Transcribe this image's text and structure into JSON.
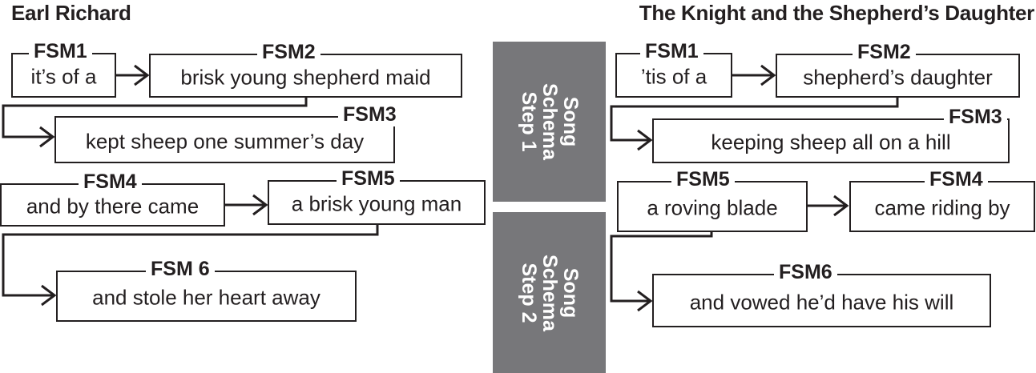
{
  "left": {
    "title": "Earl Richard",
    "fsm1": {
      "label": "FSM1",
      "text": "it’s of a"
    },
    "fsm2": {
      "label": "FSM2",
      "text": "brisk young shepherd maid"
    },
    "fsm3": {
      "label": "FSM3",
      "text": "kept sheep one summer’s day"
    },
    "fsm4": {
      "label": "FSM4",
      "text": "and by there came"
    },
    "fsm5": {
      "label": "FSM5",
      "text": "a brisk young man"
    },
    "fsm6": {
      "label": "FSM 6",
      "text": "and stole her heart away"
    }
  },
  "middle": {
    "step1": {
      "line1": "Song",
      "line2": "Schema",
      "line3": "Step 1"
    },
    "step2": {
      "line1": "Song",
      "line2": "Schema",
      "line3": "Step 2"
    },
    "color": "#77777a"
  },
  "right": {
    "title": "The Knight and the Shepherd’s Daughter",
    "fsm1": {
      "label": "FSM1",
      "text": "’tis of a"
    },
    "fsm2": {
      "label": "FSM2",
      "text": "shepherd’s daughter"
    },
    "fsm3": {
      "label": "FSM3",
      "text": "keeping sheep all on a hill"
    },
    "fsm5": {
      "label": "FSM5",
      "text": "a roving blade"
    },
    "fsm4": {
      "label": "FSM4",
      "text": "came riding by"
    },
    "fsm6": {
      "label": "FSM6",
      "text": "and vowed he’d have his will"
    }
  }
}
